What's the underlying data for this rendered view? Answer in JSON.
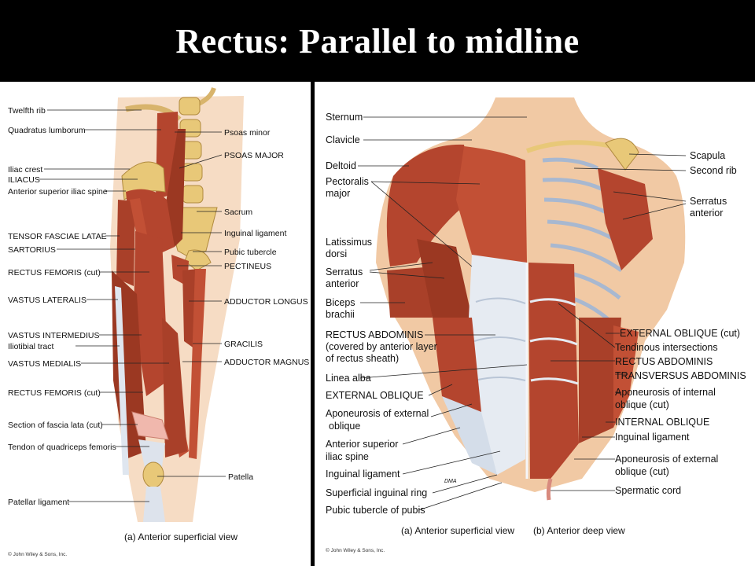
{
  "title": "Rectus:  Parallel to midline",
  "left_figure": {
    "labels_left": [
      "Twelfth rib",
      "Quadratus lumborum",
      "Iliac crest",
      "ILIACUS",
      "Anterior superior iliac spine",
      "TENSOR FASCIAE LATAE",
      "SARTORIUS",
      "RECTUS FEMORIS (cut)",
      "VASTUS LATERALIS",
      "VASTUS INTERMEDIUS",
      "Iliotibial tract",
      "VASTUS MEDIALIS",
      "RECTUS FEMORIS (cut)",
      "Section of fascia lata (cut)",
      "Tendon of quadriceps femoris",
      "Patellar ligament"
    ],
    "labels_right": [
      "Psoas minor",
      "PSOAS MAJOR",
      "Sacrum",
      "Inguinal ligament",
      "Pubic tubercle",
      "PECTINEUS",
      "ADDUCTOR LONGUS",
      "GRACILIS",
      "ADDUCTOR MAGNUS",
      "Patella"
    ],
    "caption": "(a) Anterior superficial view",
    "copyright": "© John Wiley & Sons, Inc."
  },
  "right_figure": {
    "labels_left": [
      "Sternum",
      "Clavicle",
      "Deltoid",
      "Pectoralis",
      "major",
      "Latissimus",
      "dorsi",
      "Serratus",
      "anterior",
      "Biceps",
      "brachii",
      "RECTUS ABDOMINIS",
      "(covered by anterior layer",
      "of rectus sheath)",
      "Linea alba",
      "EXTERNAL OBLIQUE",
      "Aponeurosis of external",
      "oblique",
      "Anterior superior",
      "iliac spine",
      "Inguinal ligament",
      "Superficial inguinal ring",
      "Pubic tubercle of pubis"
    ],
    "labels_right": [
      "Scapula",
      "Second rib",
      "Serratus",
      "anterior",
      "EXTERNAL OBLIQUE (cut)",
      "Tendinous intersections",
      "RECTUS ABDOMINIS",
      "TRANSVERSUS ABDOMINIS",
      "Aponeurosis of internal",
      "oblique (cut)",
      "INTERNAL OBLIQUE",
      "Inguinal ligament",
      "Aponeurosis of external",
      "oblique (cut)",
      "Spermatic cord"
    ],
    "caption_a": "(a) Anterior superficial view",
    "caption_b": "(b) Anterior deep view",
    "copyright": "© John Wiley & Sons, Inc.",
    "signature": "DMA"
  },
  "colors": {
    "muscle": "#b4452e",
    "muscle_dark": "#8e3020",
    "skin": "#f1c9a4",
    "bone": "#e8c878",
    "fascia": "#d9e2ee",
    "background": "#000000"
  }
}
